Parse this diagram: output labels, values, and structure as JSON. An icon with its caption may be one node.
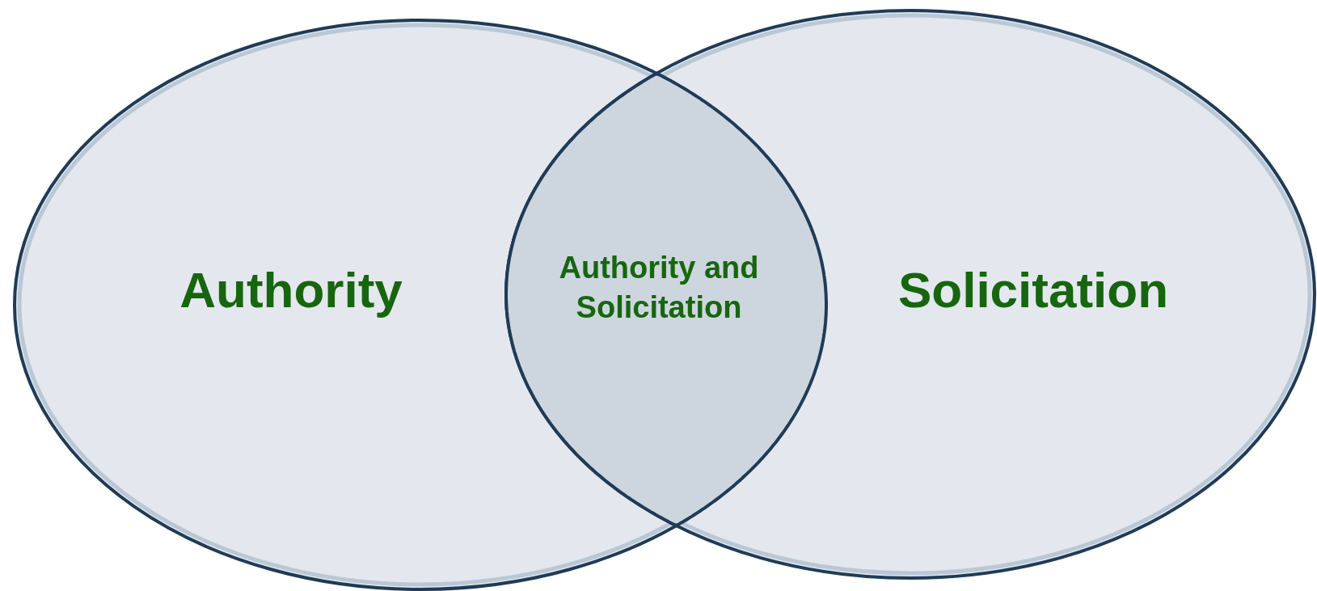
{
  "diagram": {
    "nodes": [
      {
        "text": [
          "Authority"
        ]
      },
      {
        "text": [
          "Solicitation"
        ]
      },
      {
        "text": [
          "Authority and Solicitation"
        ]
      }
    ]
  }
}
